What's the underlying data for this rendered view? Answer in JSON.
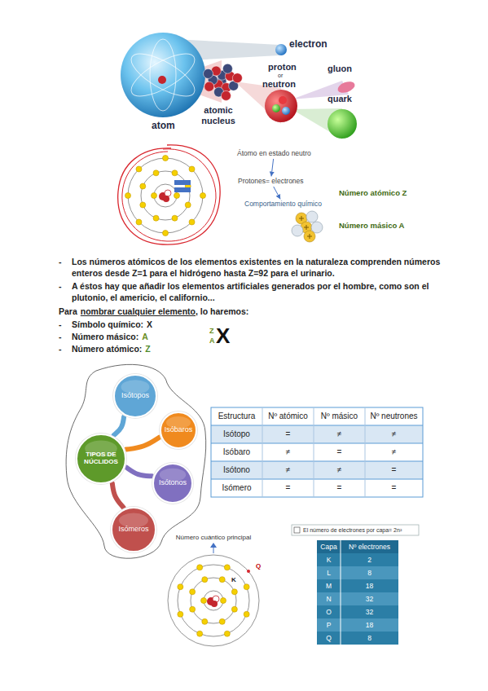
{
  "diagram": {
    "nodes": [
      {
        "text": [
          "Átomo en estado neutro"
        ]
      },
      {
        "text": [
          "Protones= electrones"
        ]
      },
      {
        "text": [
          "Comportamiento químico"
        ]
      },
      {
        "text": [
          "TIPOS DE NÚCLIDOS"
        ]
      },
      {
        "text": [
          "Isótopos"
        ]
      },
      {
        "text": [
          "Isóbaros"
        ]
      },
      {
        "text": [
          "Isótonos"
        ]
      },
      {
        "text": [
          "Isómeros"
        ]
      }
    ],
    "edges": [
      {
        "from": 0,
        "to": 1,
        "arrow": "to"
      },
      {
        "from": 1,
        "to": 2,
        "arrow": "to"
      },
      {
        "from": 3,
        "to": 4,
        "arrow": "none"
      },
      {
        "from": 3,
        "to": 5,
        "arrow": "none"
      },
      {
        "from": 3,
        "to": 6,
        "arrow": "none"
      },
      {
        "from": 3,
        "to": 7,
        "arrow": "none"
      }
    ],
    "labels": [
      "electron",
      "proton",
      "or",
      "neutron",
      "gluon",
      "quark",
      "atom",
      "atomic nucleus",
      "Número atómico Z",
      "Número másico A",
      "-",
      "Los números atómicos de los elementos existentes en la naturaleza comprenden números enteros desde Z=1 para el hidrógeno hasta Z=92 para el urinario.",
      "-",
      "A éstos hay que añadir los elementos artificiales generados por el hombre, como son el plutonio, el americio, el californio...",
      "Para",
      "nombrar cualquier elemento",
      ", lo haremos:",
      "-",
      "Símbolo químico:",
      "X",
      "-",
      "Número másico:",
      "A",
      "-",
      "Número atómico:",
      "Z",
      "Z",
      "A",
      "X",
      "Estructura",
      "Nº atómico",
      "Nº másico",
      "Nº neutrones",
      "Isótopo",
      "=",
      "≠",
      "≠",
      "Isóbaro",
      "≠",
      "=",
      "≠",
      "Isótono",
      "≠",
      "≠",
      "=",
      "Isómero",
      "=",
      "=",
      "=",
      "Número cuántico principal",
      "K",
      "Q",
      "El número de electrones por capa= 2n²",
      "Capa",
      "Nº electrones",
      "K",
      "2",
      "L",
      "8",
      "M",
      "18",
      "N",
      "32",
      "O",
      "32",
      "P",
      "18",
      "Q",
      "8"
    ]
  }
}
